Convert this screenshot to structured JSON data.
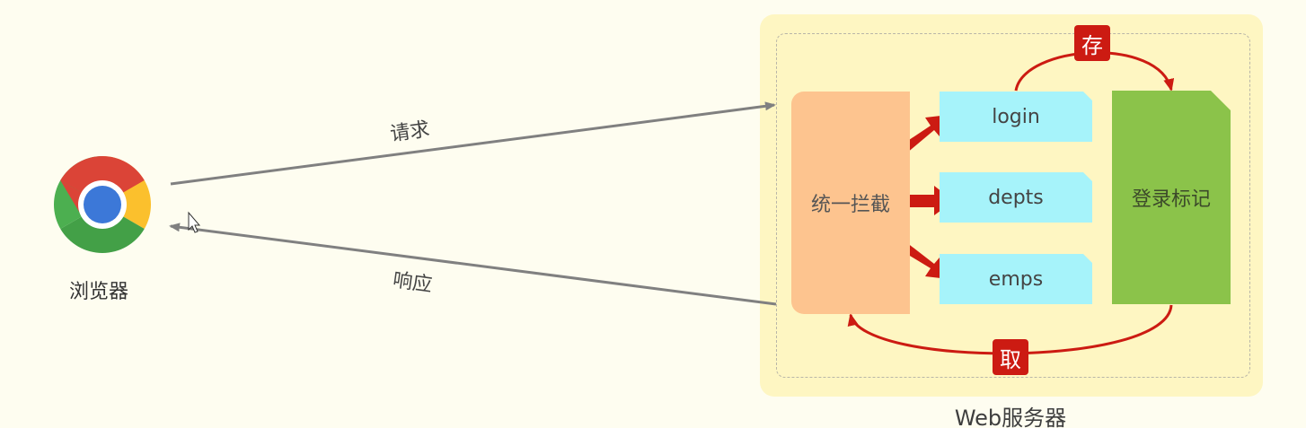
{
  "browser": {
    "label": "浏览器",
    "icon": "chrome-icon"
  },
  "edges": {
    "request": "请求",
    "response": "响应"
  },
  "server": {
    "label": "Web服务器",
    "interceptor": "统一拦截",
    "endpoints": [
      "login",
      "depts",
      "emps"
    ],
    "flag_store": "登录标记",
    "save_badge": "存",
    "fetch_badge": "取"
  },
  "colors": {
    "server_bg": "#fef6c2",
    "interceptor": "#fdc48f",
    "endpoint": "#a6f3fa",
    "flag_store": "#8bc34a",
    "badge": "#cc1b12",
    "flow_arrow": "#cc1b12",
    "link_arrow": "#808080"
  }
}
